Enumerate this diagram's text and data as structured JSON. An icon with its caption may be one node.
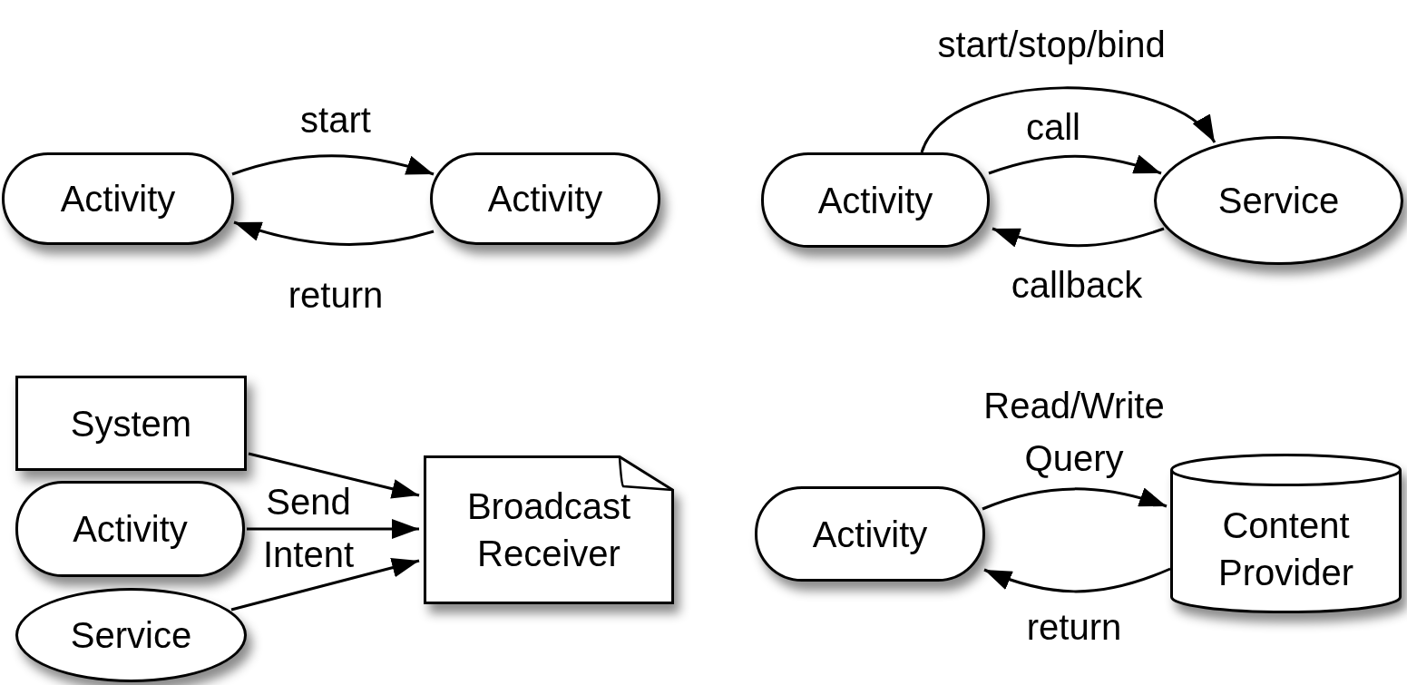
{
  "diagram": {
    "nodes": [
      {
        "text": [
          "Activity"
        ]
      },
      {
        "text": [
          "Activity"
        ]
      },
      {
        "text": [
          "Activity"
        ]
      },
      {
        "text": [
          "Service"
        ]
      },
      {
        "text": [
          "System"
        ]
      },
      {
        "text": [
          "Activity"
        ]
      },
      {
        "text": [
          "Service"
        ]
      },
      {
        "text": [
          "Broadcast Receiver"
        ]
      },
      {
        "text": [
          "Activity"
        ]
      },
      {
        "text": [
          "Content Provider"
        ]
      }
    ],
    "edges": [
      {
        "from": 0,
        "to": 1,
        "arrow": "to",
        "label": "start"
      },
      {
        "from": 1,
        "to": 0,
        "arrow": "to",
        "label": "return"
      },
      {
        "from": 2,
        "to": 3,
        "arrow": "to",
        "label": "call"
      },
      {
        "from": 2,
        "to": 3,
        "arrow": "to",
        "label": "start/stop/bind"
      },
      {
        "from": 3,
        "to": 2,
        "arrow": "to",
        "label": "callback"
      },
      {
        "from": 4,
        "to": 7,
        "arrow": "to"
      },
      {
        "from": 5,
        "to": 7,
        "arrow": "to",
        "label": "Send Intent"
      },
      {
        "from": 6,
        "to": 7,
        "arrow": "to"
      },
      {
        "from": 8,
        "to": 9,
        "arrow": "to",
        "label": "Read/Write Query"
      },
      {
        "from": 9,
        "to": 8,
        "arrow": "to",
        "label": "return"
      }
    ]
  }
}
